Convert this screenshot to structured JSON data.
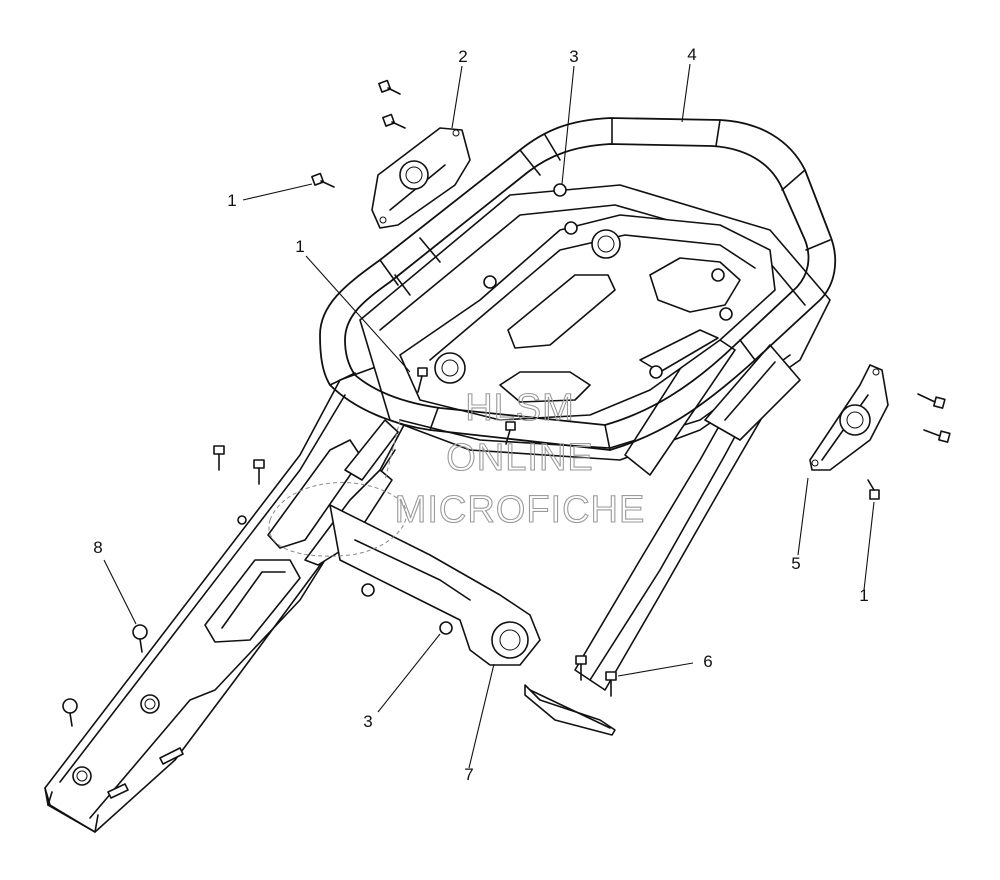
{
  "callouts": [
    {
      "id": "c1a",
      "label": "1"
    },
    {
      "id": "c1b",
      "label": "1"
    },
    {
      "id": "c1c",
      "label": "1"
    },
    {
      "id": "c2",
      "label": "2"
    },
    {
      "id": "c3a",
      "label": "3"
    },
    {
      "id": "c3b",
      "label": "3"
    },
    {
      "id": "c4",
      "label": "4"
    },
    {
      "id": "c5",
      "label": "5"
    },
    {
      "id": "c6",
      "label": "6"
    },
    {
      "id": "c7",
      "label": "7"
    },
    {
      "id": "c8",
      "label": "8"
    }
  ],
  "watermark": {
    "line1": "HLSM",
    "line2": "ONLINE",
    "line3": "MICROFICHE"
  }
}
